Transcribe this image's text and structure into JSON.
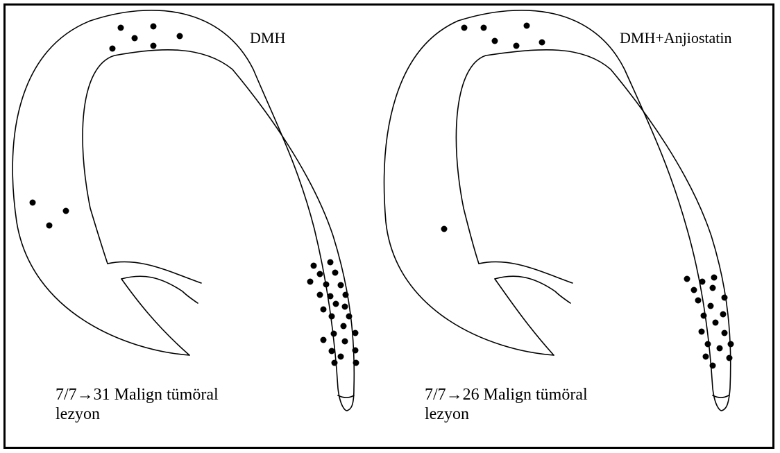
{
  "figure": {
    "panels": [
      {
        "title": "DMH",
        "caption_line1": "7/7→31 Malign tümöral",
        "caption_line2": "lezyon"
      },
      {
        "title": "DMH+Anjiostatin",
        "caption_line1": "7/7→26 Malign tümöral",
        "caption_line2": "lezyon"
      }
    ],
    "colors": {
      "ink": "#000000",
      "background": "#ffffff"
    }
  }
}
